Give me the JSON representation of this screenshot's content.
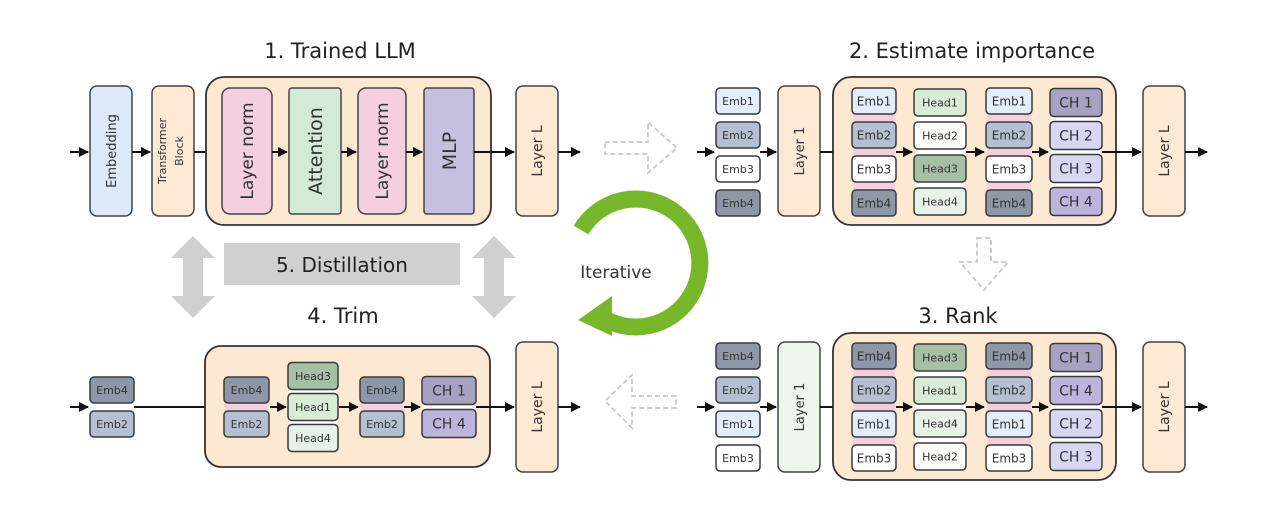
{
  "colors": {
    "peach": "#fde9d4",
    "peach_container": "#fde8d2",
    "embedding_blue": "#dde9f8",
    "pink": "#f3cfe0",
    "attention_green": "#d3ead6",
    "mlp_purple": "#c5c0e0",
    "emb_light": "#e2eefb",
    "emb_mid": "#b4c0d2",
    "emb_dark": "#8e97a8",
    "emb_white": "#ffffff",
    "head_light": "#d8ecd8",
    "head_mid": "#e8f3e8",
    "head_dark": "#a6c0a8",
    "head_white": "#fafcf8",
    "ch_dark": "#a8a2c2",
    "ch_mid": "#bcb4dc",
    "ch_light": "#d9d6f4",
    "green_cycle": "#76b82a",
    "gray_arrow": "#d0d0d0",
    "layer1_green": "#eef5ea"
  },
  "panels": {
    "trained": {
      "title": "1. Trained LLM",
      "embedding": "Embedding",
      "transformer": [
        "Transformer",
        "Block"
      ],
      "layer_norm_1": "Layer norm",
      "attention": "Attention",
      "layer_norm_2": "Layer norm",
      "mlp": "MLP",
      "layer_l": "Layer L"
    },
    "estimate": {
      "title": "2. Estimate importance",
      "input_emb": [
        "Emb1",
        "Emb2",
        "Emb3",
        "Emb4"
      ],
      "layer_1": "Layer 1",
      "ln1_emb": [
        "Emb1",
        "Emb2",
        "Emb3",
        "Emb4"
      ],
      "heads": [
        "Head1",
        "Head2",
        "Head3",
        "Head4"
      ],
      "ln2_emb": [
        "Emb1",
        "Emb2",
        "Emb3",
        "Emb4"
      ],
      "channels": [
        "CH 1",
        "CH 2",
        "CH 3",
        "CH 4"
      ],
      "layer_l": "Layer L"
    },
    "rank": {
      "title": "3. Rank",
      "input_emb": [
        "Emb4",
        "Emb2",
        "Emb1",
        "Emb3"
      ],
      "layer_1": "Layer 1",
      "ln1_emb": [
        "Emb4",
        "Emb2",
        "Emb1",
        "Emb3"
      ],
      "heads": [
        "Head3",
        "Head1",
        "Head4",
        "Head2"
      ],
      "ln2_emb": [
        "Emb4",
        "Emb2",
        "Emb1",
        "Emb3"
      ],
      "channels": [
        "CH 1",
        "CH 4",
        "CH 2",
        "CH 3"
      ],
      "layer_l": "Layer L"
    },
    "trim": {
      "title": "4. Trim",
      "input_emb": [
        "Emb4",
        "Emb2"
      ],
      "ln1_emb": [
        "Emb4",
        "Emb2"
      ],
      "heads": [
        "Head3",
        "Head1",
        "Head4"
      ],
      "ln2_emb": [
        "Emb4",
        "Emb2"
      ],
      "channels": [
        "CH 1",
        "CH 4"
      ],
      "layer_l": "Layer L"
    }
  },
  "distillation": "5. Distillation",
  "iterative": "Iterative"
}
